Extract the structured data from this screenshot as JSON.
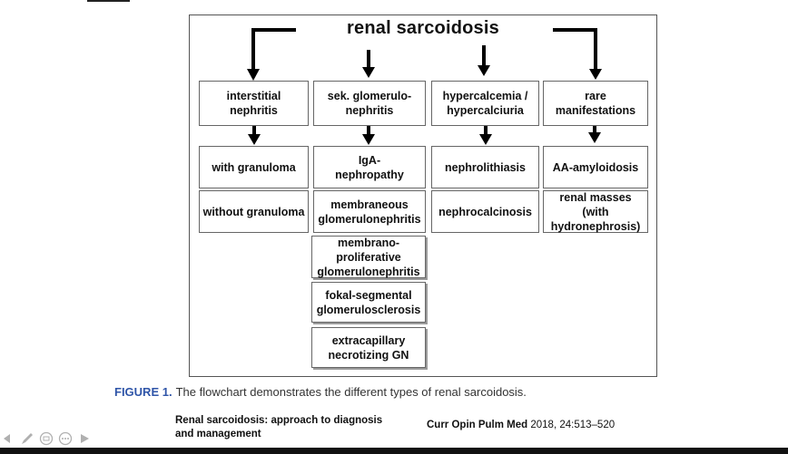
{
  "flowchart": {
    "title": "renal sarcoidosis",
    "columns": [
      {
        "header": "interstitial\nnephritis",
        "items": [
          "with granuloma",
          "without granuloma"
        ]
      },
      {
        "header": "sek. glomerulo-\nnephritis",
        "items": [
          "IgA-\nnephropathy",
          "membraneous\nglomerulonephritis",
          "membrano-\nproliferative\nglomerulonephritis",
          "fokal-segmental\nglomerulosclerosis",
          "extracapillary\nnecrotizing GN"
        ]
      },
      {
        "header": "hypercalcemia /\nhypercalciuria",
        "items": [
          "nephrolithiasis",
          "nephrocalcinosis"
        ]
      },
      {
        "header": "rare\nmanifestations",
        "items": [
          "AA-amyloidosis",
          "renal masses (with\nhydronephrosis)"
        ]
      }
    ]
  },
  "caption": {
    "label": "FIGURE 1.",
    "text": "The flowchart demonstrates the different types of renal sarcoidosis."
  },
  "citation": {
    "article_title": "Renal sarcoidosis: approach to diagnosis\nand management",
    "journal": "Curr Opin Pulm Med",
    "details": "2018, 24:513–520"
  },
  "toolbar": {
    "icons": [
      "arrow-left-icon",
      "pen-icon",
      "comment-icon",
      "more-icon",
      "arrow-right-icon"
    ]
  }
}
